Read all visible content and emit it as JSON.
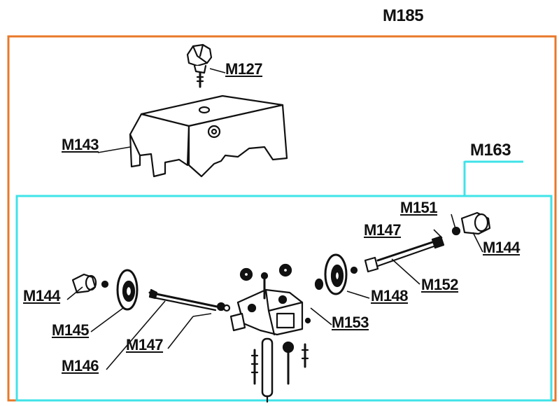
{
  "colors": {
    "assembly_frame": "#e8782a",
    "subassembly_frame": "#3fe3e8",
    "ink": "#111111",
    "background": "#ffffff"
  },
  "labels": {
    "m185": "M185",
    "m127": "M127",
    "m143": "M143",
    "m163": "M163",
    "m151": "M151",
    "m147_top": "M147",
    "m144_right": "M144",
    "m152": "M152",
    "m148": "M148",
    "m153": "M153",
    "m144_left": "M144",
    "m145": "M145",
    "m147_bottom": "M147",
    "m146": "M146"
  }
}
